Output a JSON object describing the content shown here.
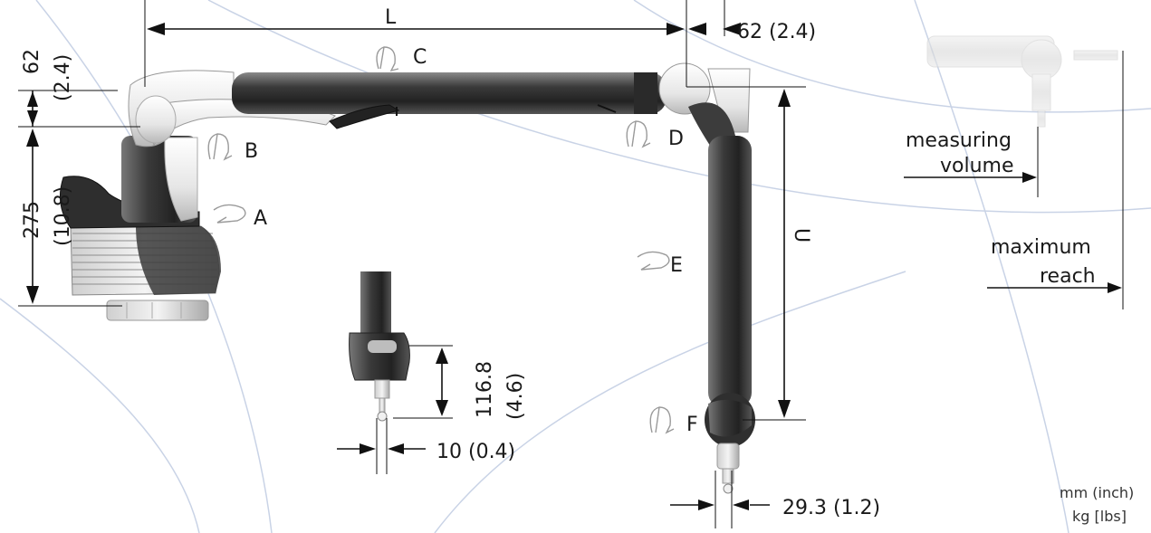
{
  "dimensions": {
    "length": "L",
    "top_offset": "62 (2.4)",
    "left_offset_mm": "62",
    "left_offset_in": "(2.4)",
    "base_height_mm": "275",
    "base_height_in": "(10.8)",
    "upper": "U",
    "probe_height_mm": "116.8",
    "probe_height_in": "(4.6)",
    "probe_tip_width": "10 (0.4)",
    "arm_tip_width": "29.3 (1.2)"
  },
  "axes": {
    "a": "A",
    "b": "B",
    "c": "C",
    "d": "D",
    "e": "E",
    "f": "F"
  },
  "volume_legend": {
    "measuring_line1": "measuring",
    "measuring_line2": "volume",
    "reach_line1": "maximum",
    "reach_line2": "reach"
  },
  "units": {
    "length": "mm (inch)",
    "mass": "kg [lbs]"
  }
}
